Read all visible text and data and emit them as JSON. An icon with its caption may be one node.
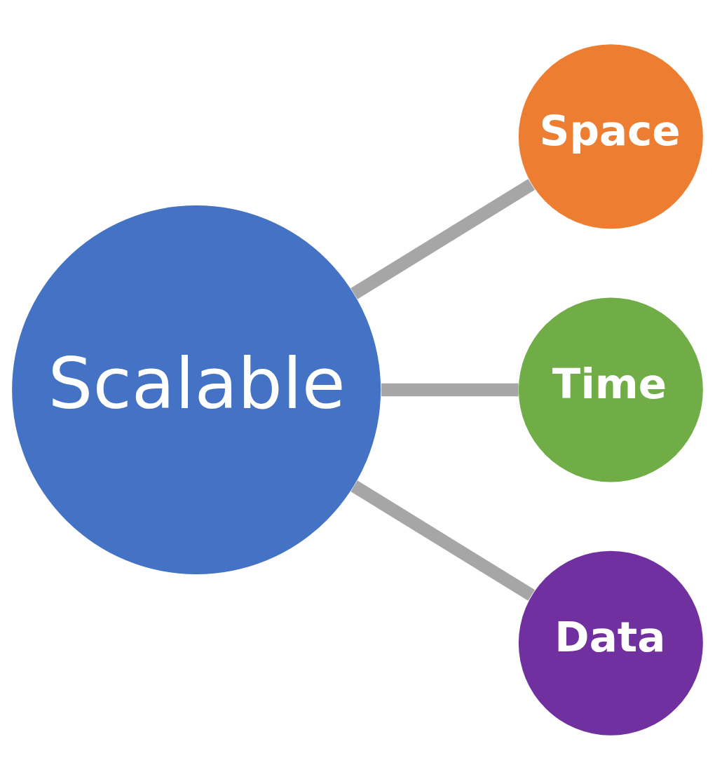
{
  "diagram": {
    "nodes": [
      {
        "text": [
          "Scalable"
        ]
      },
      {
        "text": [
          "Space"
        ]
      },
      {
        "text": [
          "Time"
        ]
      },
      {
        "text": [
          "Data"
        ]
      }
    ],
    "edges": [
      {
        "from": 0,
        "to": 1,
        "arrow": "none"
      },
      {
        "from": 0,
        "to": 2,
        "arrow": "none"
      },
      {
        "from": 0,
        "to": 3,
        "arrow": "none"
      }
    ]
  }
}
